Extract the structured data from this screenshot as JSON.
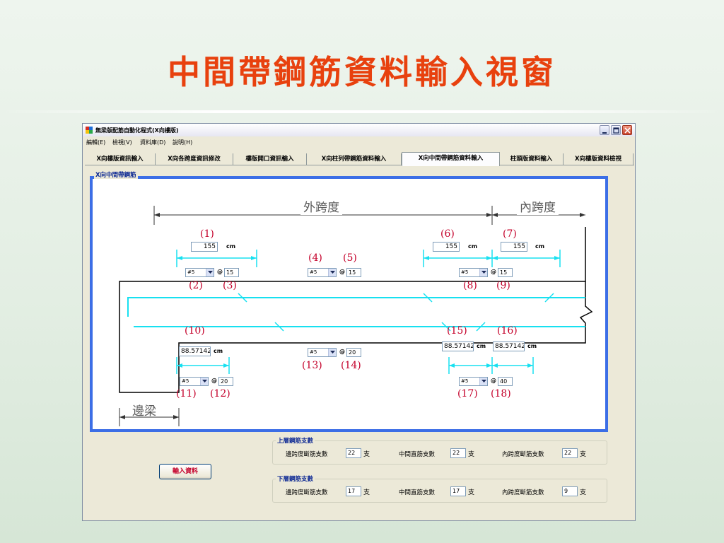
{
  "slide": {
    "title": "中間帶鋼筋資料輸入視窗"
  },
  "window": {
    "title": "無梁版配筋自動化程式(X向樓版)",
    "menu": [
      "編輯(E)",
      "檢視(V)",
      "資料庫(D)",
      "說明(H)"
    ]
  },
  "tabs": [
    "X向樓版資訊輸入",
    "X向各跨度資訊修改",
    "樓版開口資訊輸入",
    "X向柱列帶鋼筋資料輸入",
    "X向中間帶鋼筋資料輸入",
    "柱頭版資料輸入",
    "X向樓版資料檢視"
  ],
  "active_tab": "X向中間帶鋼筋資料輸入",
  "drawing": {
    "group_title": "X向中間帶鋼筋",
    "outer_span": "外跨度",
    "inner_span": "內跨度",
    "edge_beam": "邊梁",
    "unit": "cm",
    "at_sign": "@",
    "callouts": {
      "c1": "(1)",
      "c2": "(2)",
      "c3": "(3)",
      "c4": "(4)",
      "c5": "(5)",
      "c6": "(6)",
      "c7": "(7)",
      "c8": "(8)",
      "c9": "(9)",
      "c10": "(10)",
      "c11": "(11)",
      "c12": "(12)",
      "c13": "(13)",
      "c14": "(14)",
      "c15": "(15)",
      "c16": "(16)",
      "c17": "(17)",
      "c18": "(18)"
    },
    "lengths": {
      "top_left": "155",
      "top_mid_right": "155",
      "top_inner": "155",
      "bottom_left": "88.57142",
      "bottom_mid_right": "88.57142",
      "bottom_inner": "88.57142"
    },
    "bar_sizes": {
      "top_left": "#5",
      "top_mid": "#5",
      "top_right": "#5",
      "bottom_left": "#5",
      "bottom_mid": "#5",
      "bottom_right": "#5"
    },
    "spacings": {
      "top_left": "15",
      "top_mid": "15",
      "top_right": "15",
      "bottom_left": "20",
      "bottom_mid": "20",
      "bottom_right": "40"
    }
  },
  "top_bar_counts": {
    "title": "上層鋼筋支數",
    "edge_cut_label": "邊跨度斷筋支數",
    "edge_cut_value": "22",
    "mid_straight_label": "中間直筋支數",
    "mid_straight_value": "22",
    "inner_cut_label": "內跨度斷筋支數",
    "inner_cut_value": "22",
    "unit": "支"
  },
  "bottom_bar_counts": {
    "title": "下層鋼筋支數",
    "edge_cut_label": "邊跨度斷筋支數",
    "edge_cut_value": "17",
    "mid_straight_label": "中間直筋支數",
    "mid_straight_value": "17",
    "inner_cut_label": "內跨度斷筋支數",
    "inner_cut_value": "9",
    "unit": "支"
  },
  "input_button": "輸入資料",
  "colors": {
    "title": "#e8410e",
    "callout": "#c4002a",
    "rebar": "#18e0f0",
    "frame": "#3c6ee6",
    "group_title": "#0e2a94"
  }
}
